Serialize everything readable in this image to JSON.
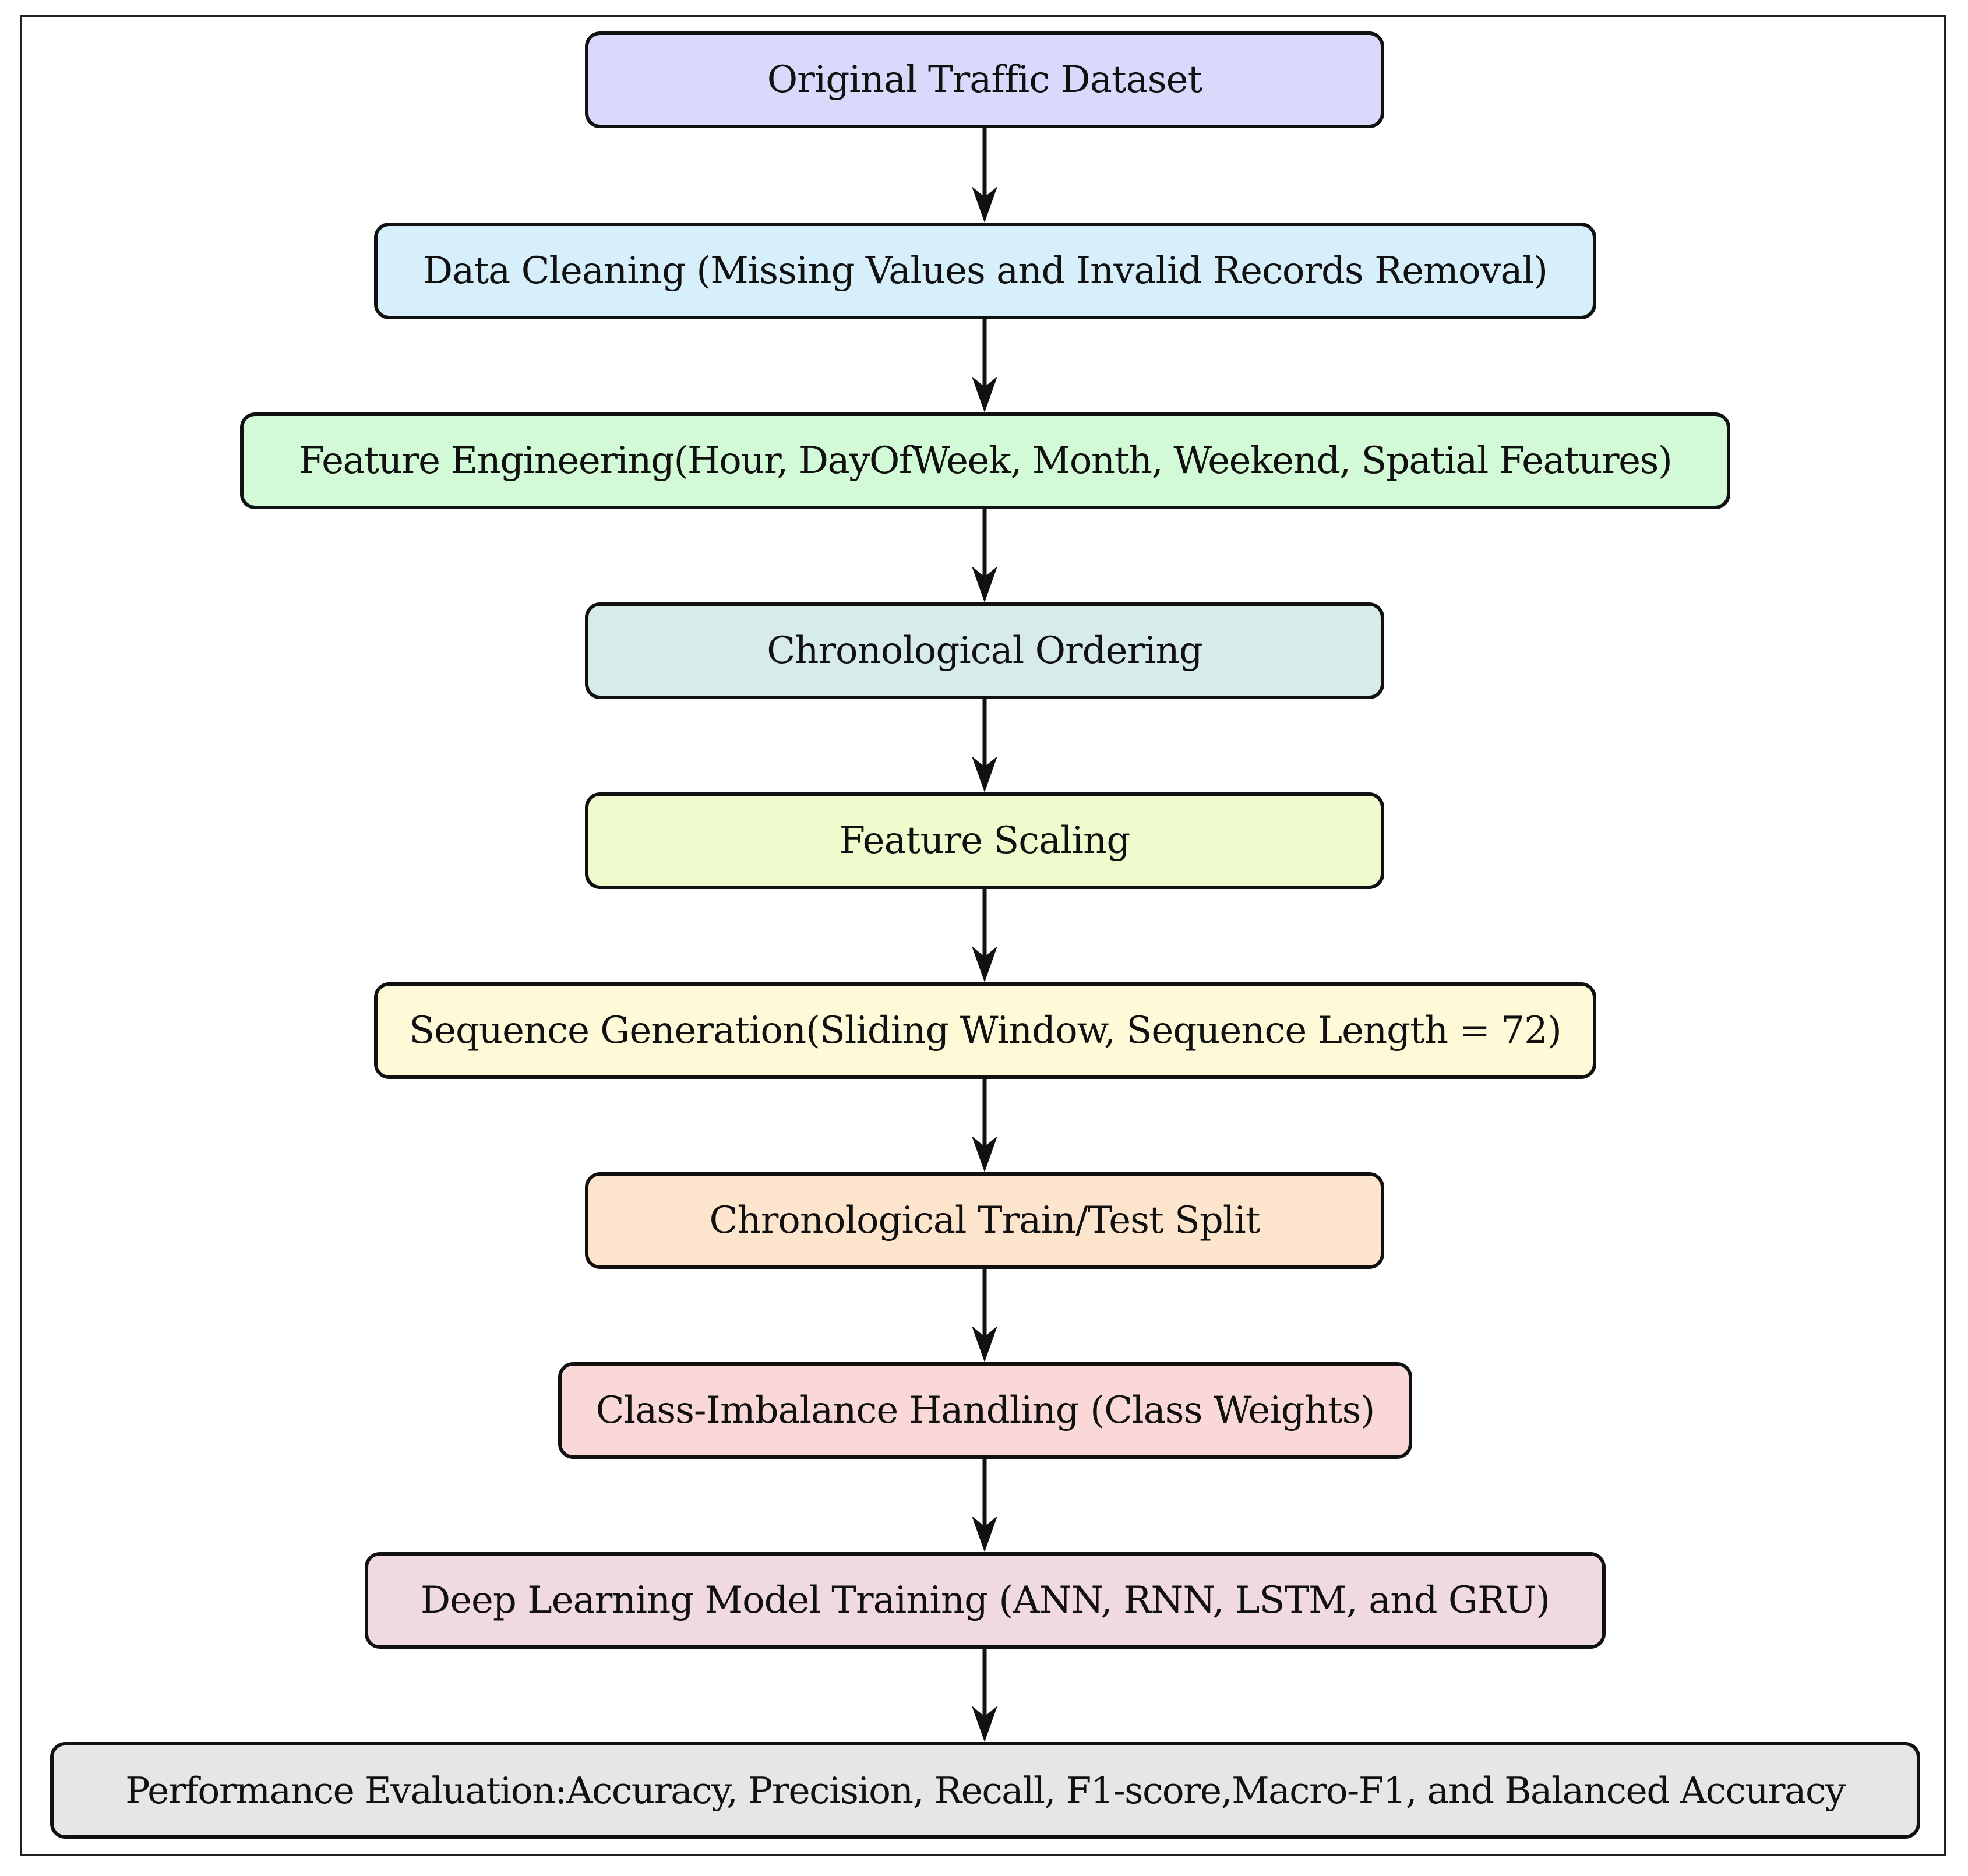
{
  "diagram": {
    "steps": [
      {
        "label": "Original Traffic Dataset",
        "color": "#d9d9fb"
      },
      {
        "label": "Data Cleaning (Missing Values and Invalid Records Removal)",
        "color": "#d6effa"
      },
      {
        "label": "Feature Engineering(Hour, DayOfWeek, Month, Weekend, Spatial Features)",
        "color": "#d3fad6"
      },
      {
        "label": "Chronological Ordering",
        "color": "#d7ebea"
      },
      {
        "label": "Feature Scaling",
        "color": "#effacd"
      },
      {
        "label": "Sequence Generation(Sliding Window, Sequence Length = 72)",
        "color": "#fefad8"
      },
      {
        "label": "Chronological Train/Test Split",
        "color": "#fde4cc"
      },
      {
        "label": "Class-Imbalance Handling (Class Weights)",
        "color": "#fbd8d8"
      },
      {
        "label": "Deep Learning Model Training (ANN, RNN, LSTM, and GRU)",
        "color": "#f1d9e1"
      },
      {
        "label": "Performance Evaluation:Accuracy, Precision, Recall, F1-score,Macro-F1, and Balanced Accuracy",
        "color": "#e6e6e6"
      }
    ],
    "connections": [
      {
        "from": 0,
        "to": 1
      },
      {
        "from": 1,
        "to": 2
      },
      {
        "from": 2,
        "to": 3
      },
      {
        "from": 3,
        "to": 4
      },
      {
        "from": 4,
        "to": 5
      },
      {
        "from": 5,
        "to": 6
      },
      {
        "from": 6,
        "to": 7
      },
      {
        "from": 7,
        "to": 8
      },
      {
        "from": 8,
        "to": 9
      }
    ]
  }
}
